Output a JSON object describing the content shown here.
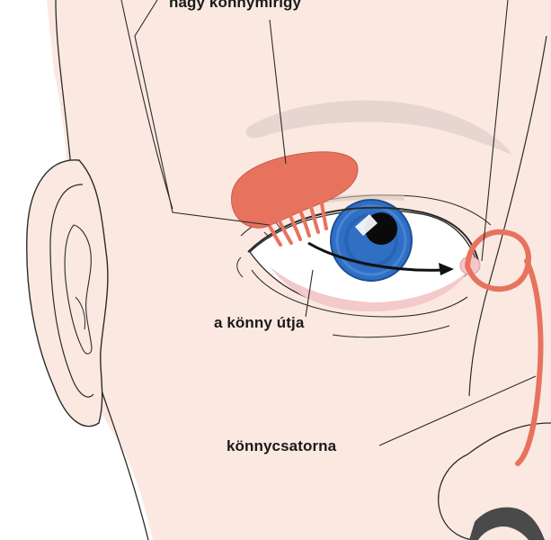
{
  "labels": {
    "lacrimal_gland": "nagy könnymirigy",
    "tear_path": "a könny útja",
    "tear_duct": "könnycsatorna"
  },
  "colors": {
    "skin": "#fbe9e1",
    "gland": "#e7735f",
    "iris": "#2f6fc4",
    "pupil": "#0a0a0a",
    "outline": "#2b2b2b",
    "eyebrow": "#e6d6cf"
  }
}
